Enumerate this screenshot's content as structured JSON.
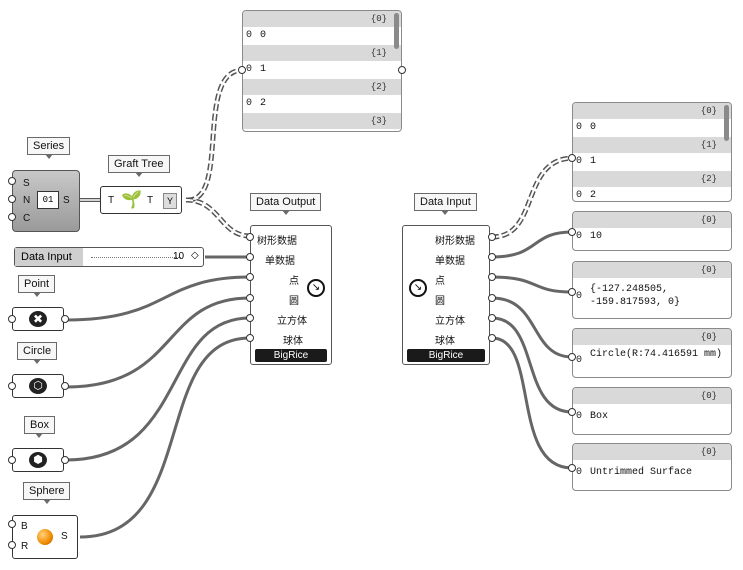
{
  "series": {
    "label": "Series",
    "inputs": [
      "S",
      "N",
      "C"
    ],
    "output": "S"
  },
  "graft": {
    "label": "Graft Tree",
    "input": "T",
    "output": "T"
  },
  "slider": {
    "label": "Data Input",
    "value": "10"
  },
  "params": {
    "point": {
      "label": "Point"
    },
    "circle": {
      "label": "Circle"
    },
    "box": {
      "label": "Box"
    },
    "sphere": {
      "label": "Sphere",
      "inputs": [
        "B",
        "R"
      ],
      "output": "S"
    }
  },
  "data_output": {
    "label": "Data Output",
    "inputs": [
      "树形数据",
      "单数据",
      "点",
      "圆",
      "立方体",
      "球体"
    ],
    "footer": "BigRice"
  },
  "data_input": {
    "label": "Data Input",
    "outputs": [
      "树形数据",
      "单数据",
      "点",
      "圆",
      "立方体",
      "球体"
    ],
    "footer": "BigRice"
  },
  "top_panel": {
    "rows": [
      {
        "path": "{0}",
        "index": "0",
        "value": "0"
      },
      {
        "path": "{1}",
        "index": "0",
        "value": "1"
      },
      {
        "path": "{2}",
        "index": "0",
        "value": "2"
      }
    ],
    "last_path": "{3}"
  },
  "right_panels": [
    {
      "name": "tree-panel",
      "rows": [
        {
          "path": "{0}",
          "index": "0",
          "value": "0"
        },
        {
          "path": "{1}",
          "index": "0",
          "value": "1"
        },
        {
          "path": "{2}",
          "index": "0",
          "value": "2"
        }
      ]
    },
    {
      "name": "single-panel",
      "path": "{0}",
      "index": "0",
      "value": "10"
    },
    {
      "name": "point-panel",
      "path": "{0}",
      "index": "0",
      "value": "{-127.248505, -159.817593, 0}"
    },
    {
      "name": "circle-panel",
      "path": "{0}",
      "index": "0",
      "value": "Circle(R:74.416591 mm)"
    },
    {
      "name": "box-panel",
      "path": "{0}",
      "index": "0",
      "value": "Box"
    },
    {
      "name": "sphere-panel",
      "path": "{0}",
      "index": "0",
      "value": "Untrimmed Surface"
    }
  ]
}
